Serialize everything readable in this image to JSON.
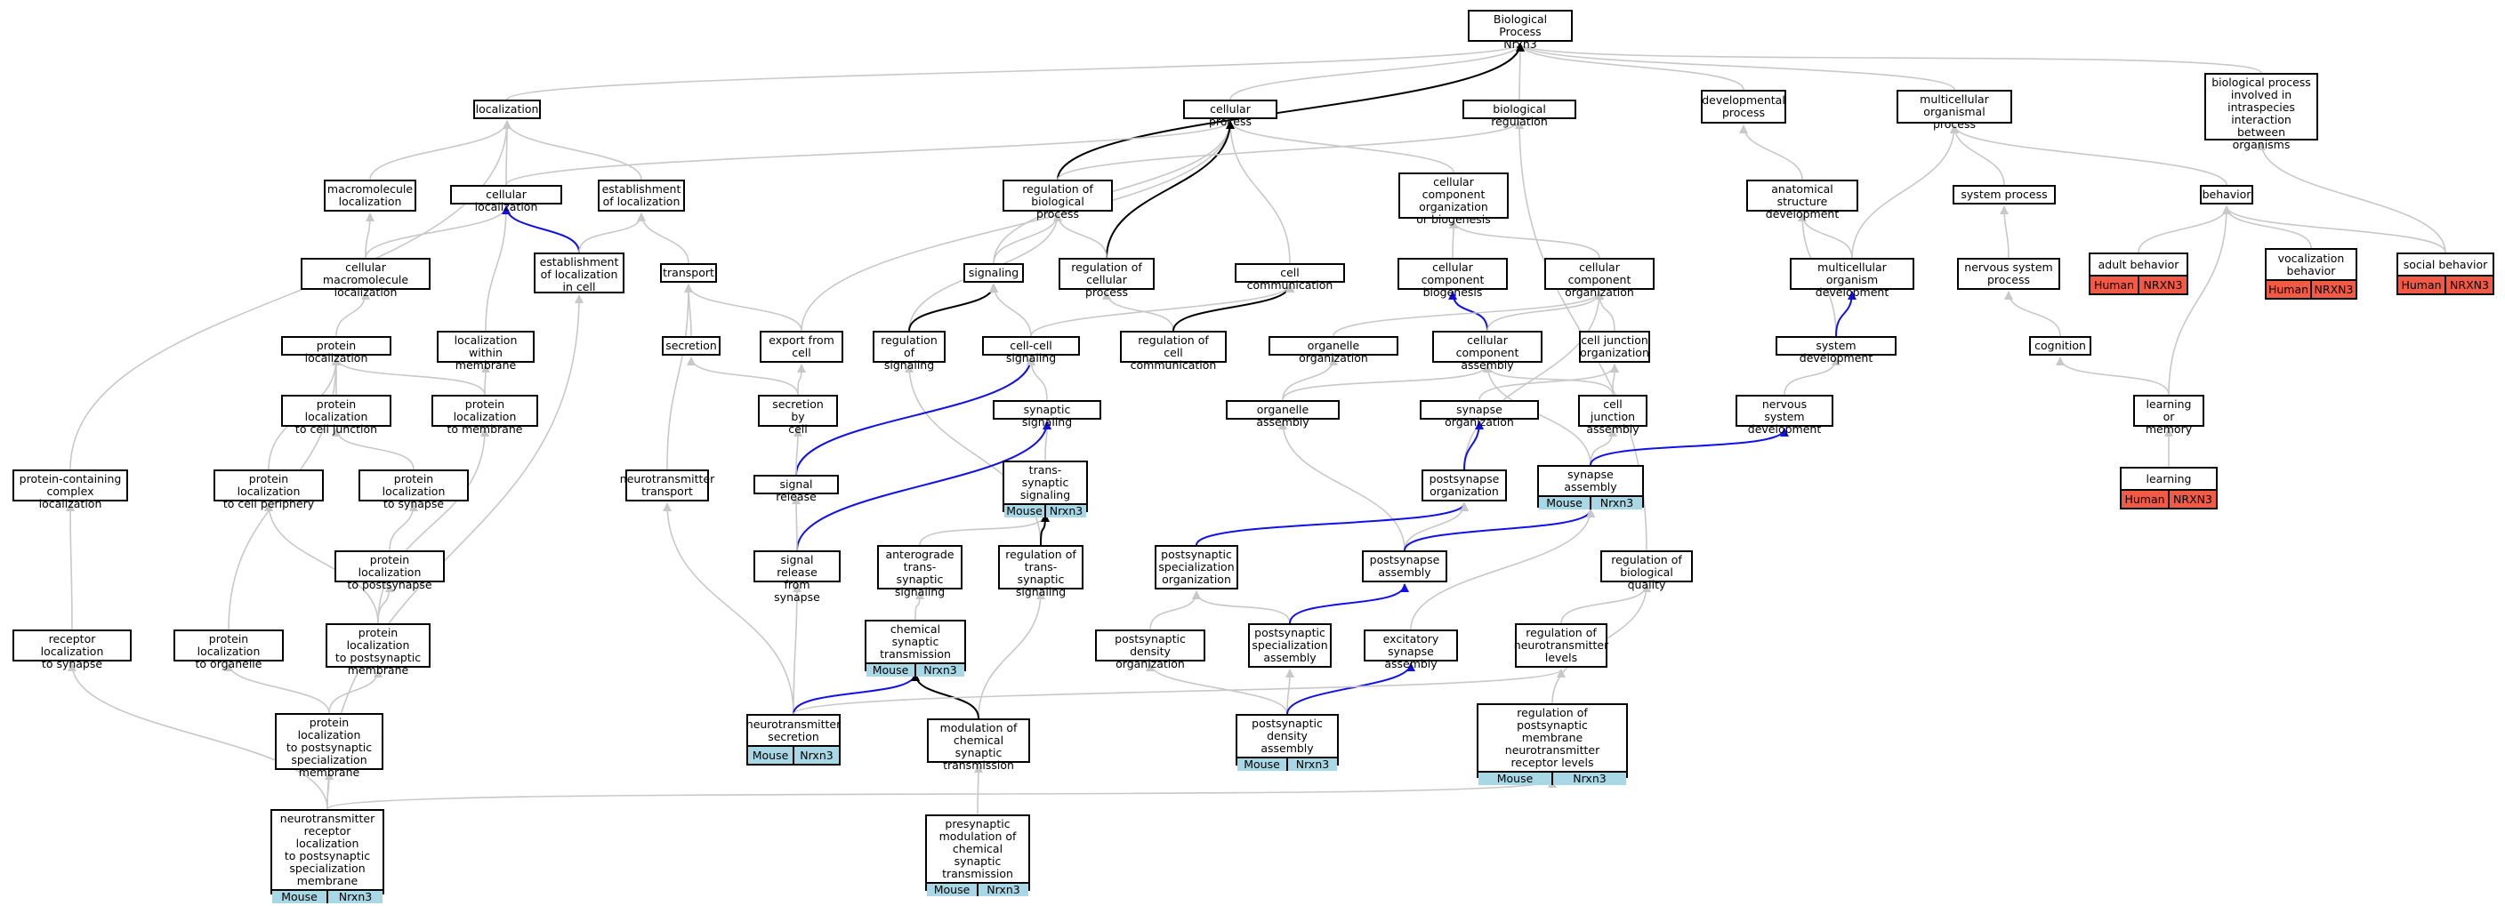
{
  "colors": {
    "gray": "#c8c8c8",
    "black": "#000000",
    "blue": "#1010ee",
    "mouse": "#a8d8e6",
    "human": "#f15a45"
  },
  "nodes": [
    {
      "id": "bp",
      "label": "Biological Process\nNrxn3"
    },
    {
      "id": "loc",
      "label": "localization"
    },
    {
      "id": "cp",
      "label": "cellular process"
    },
    {
      "id": "breg",
      "label": "biological regulation"
    },
    {
      "id": "devp",
      "label": "developmental\nprocess"
    },
    {
      "id": "mop",
      "label": "multicellular\norganismal process"
    },
    {
      "id": "bpint",
      "label": "biological process\ninvolved in\nintraspecies\ninteraction\nbetween organisms"
    },
    {
      "id": "mloc",
      "label": "macromolecule\nlocalization"
    },
    {
      "id": "cloc",
      "label": "cellular localization"
    },
    {
      "id": "eloc",
      "label": "establishment\nof localization"
    },
    {
      "id": "rbp",
      "label": "regulation of\nbiological process"
    },
    {
      "id": "ccob",
      "label": "cellular component\norganization\nor biogenesis"
    },
    {
      "id": "asd",
      "label": "anatomical structure\ndevelopment"
    },
    {
      "id": "sysp",
      "label": "system process"
    },
    {
      "id": "beh",
      "label": "behavior"
    },
    {
      "id": "cmloc",
      "label": "cellular macromolecule\nlocalization"
    },
    {
      "id": "eloccell",
      "label": "establishment\nof localization\nin cell"
    },
    {
      "id": "transport",
      "label": "transport"
    },
    {
      "id": "signaling",
      "label": "signaling"
    },
    {
      "id": "rcp",
      "label": "regulation of\ncellular process"
    },
    {
      "id": "cellcomm",
      "label": "cell communication"
    },
    {
      "id": "ccb",
      "label": "cellular component\nbiogenesis"
    },
    {
      "id": "cco",
      "label": "cellular component\norganization"
    },
    {
      "id": "mod",
      "label": "multicellular\norganism development"
    },
    {
      "id": "nsp",
      "label": "nervous system\nprocess"
    },
    {
      "id": "adultb",
      "label": "adult behavior",
      "tags": [
        "Human",
        "NRXN3"
      ],
      "kind": "human"
    },
    {
      "id": "vocb",
      "label": "vocalization\nbehavior",
      "tags": [
        "Human",
        "NRXN3"
      ],
      "kind": "human"
    },
    {
      "id": "socb",
      "label": "social behavior",
      "tags": [
        "Human",
        "NRXN3"
      ],
      "kind": "human"
    },
    {
      "id": "ploc",
      "label": "protein localization"
    },
    {
      "id": "locmem",
      "label": "localization\nwithin membrane"
    },
    {
      "id": "secretion",
      "label": "secretion"
    },
    {
      "id": "exportcell",
      "label": "export from\ncell"
    },
    {
      "id": "rsig",
      "label": "regulation of\nsignaling"
    },
    {
      "id": "ccsig",
      "label": "cell-cell signaling"
    },
    {
      "id": "rcc",
      "label": "regulation of\ncell communication"
    },
    {
      "id": "orgo",
      "label": "organelle organization"
    },
    {
      "id": "cca",
      "label": "cellular component\nassembly"
    },
    {
      "id": "cjo",
      "label": "cell junction\norganization"
    },
    {
      "id": "sysdev",
      "label": "system development"
    },
    {
      "id": "cognition",
      "label": "cognition"
    },
    {
      "id": "plcj",
      "label": "protein localization\nto cell junction"
    },
    {
      "id": "plmem",
      "label": "protein localization\nto membrane"
    },
    {
      "id": "secbycell",
      "label": "secretion by\ncell"
    },
    {
      "id": "synsig",
      "label": "synaptic signaling"
    },
    {
      "id": "orga",
      "label": "organelle assembly"
    },
    {
      "id": "syno",
      "label": "synapse organization"
    },
    {
      "id": "cja",
      "label": "cell junction\nassembly"
    },
    {
      "id": "nsd",
      "label": "nervous system\ndevelopment"
    },
    {
      "id": "learnmem",
      "label": "learning or\nmemory"
    },
    {
      "id": "pcloc",
      "label": "protein-containing\ncomplex localization"
    },
    {
      "id": "plcp",
      "label": "protein localization\nto cell periphery"
    },
    {
      "id": "plsyn",
      "label": "protein localization\nto synapse"
    },
    {
      "id": "ntt",
      "label": "neurotransmitter\ntransport"
    },
    {
      "id": "sigrel",
      "label": "signal release"
    },
    {
      "id": "tss",
      "label": "trans-synaptic\nsignaling",
      "tags": [
        "Mouse",
        "Nrxn3"
      ],
      "kind": "mouse"
    },
    {
      "id": "pso",
      "label": "postsynapse\norganization"
    },
    {
      "id": "sa",
      "label": "synapse assembly",
      "tags": [
        "Mouse",
        "Nrxn3"
      ],
      "kind": "mouse"
    },
    {
      "id": "learning",
      "label": "learning",
      "tags": [
        "Human",
        "NRXN3"
      ],
      "kind": "human"
    },
    {
      "id": "plps",
      "label": "protein localization\nto postsynapse"
    },
    {
      "id": "srfs",
      "label": "signal release\nfrom synapse"
    },
    {
      "id": "atss",
      "label": "anterograde\ntrans-synaptic\nsignaling"
    },
    {
      "id": "rtss",
      "label": "regulation of\ntrans-synaptic\nsignaling"
    },
    {
      "id": "psso",
      "label": "postsynaptic\nspecialization\norganization"
    },
    {
      "id": "psa",
      "label": "postsynapse\nassembly"
    },
    {
      "id": "rbq",
      "label": "regulation of\nbiological quality"
    },
    {
      "id": "rlo",
      "label": "receptor localization\nto synapse"
    },
    {
      "id": "plorg",
      "label": "protein localization\nto organelle"
    },
    {
      "id": "plpsm",
      "label": "protein localization\nto postsynaptic\nmembrane"
    },
    {
      "id": "cst",
      "label": "chemical synaptic\ntransmission",
      "tags": [
        "Mouse",
        "Nrxn3"
      ],
      "kind": "mouse"
    },
    {
      "id": "psdo",
      "label": "postsynaptic\ndensity organization"
    },
    {
      "id": "pssa",
      "label": "postsynaptic\nspecialization\nassembly"
    },
    {
      "id": "esa",
      "label": "excitatory synapse\nassembly"
    },
    {
      "id": "rntl",
      "label": "regulation of\nneurotransmitter\nlevels"
    },
    {
      "id": "plpssm",
      "label": "protein localization\nto postsynaptic\nspecialization\nmembrane"
    },
    {
      "id": "nts",
      "label": "neurotransmitter\nsecretion",
      "tags": [
        "Mouse",
        "Nrxn3"
      ],
      "kind": "mouse"
    },
    {
      "id": "mcst",
      "label": "modulation of\nchemical synaptic\ntransmission"
    },
    {
      "id": "psda",
      "label": "postsynaptic\ndensity assembly",
      "tags": [
        "Mouse",
        "Nrxn3"
      ],
      "kind": "mouse"
    },
    {
      "id": "rpmnrl",
      "label": "regulation of\npostsynaptic\nmembrane neurotransmitter\nreceptor levels",
      "tags": [
        "Mouse",
        "Nrxn3"
      ],
      "kind": "mouse"
    },
    {
      "id": "ntrl",
      "label": "neurotransmitter\nreceptor localization\nto postsynaptic\nspecialization\nmembrane",
      "tags": [
        "Mouse",
        "Nrxn3"
      ],
      "kind": "mouse"
    },
    {
      "id": "pmcst",
      "label": "presynaptic\nmodulation of\nchemical synaptic\ntransmission",
      "tags": [
        "Mouse",
        "Nrxn3"
      ],
      "kind": "mouse"
    }
  ],
  "edges": [
    [
      "loc",
      "bp",
      "gray"
    ],
    [
      "cp",
      "bp",
      "gray"
    ],
    [
      "breg",
      "bp",
      "gray"
    ],
    [
      "devp",
      "bp",
      "gray"
    ],
    [
      "mop",
      "bp",
      "gray"
    ],
    [
      "bpint",
      "bp",
      "gray"
    ],
    [
      "rbp",
      "bp",
      "black"
    ],
    [
      "mloc",
      "loc",
      "gray"
    ],
    [
      "cloc",
      "loc",
      "gray"
    ],
    [
      "eloc",
      "loc",
      "gray"
    ],
    [
      "pcloc",
      "loc",
      "gray"
    ],
    [
      "cloc",
      "cp",
      "gray"
    ],
    [
      "ccob",
      "cp",
      "gray"
    ],
    [
      "signaling",
      "cp",
      "gray"
    ],
    [
      "cellcomm",
      "cp",
      "gray"
    ],
    [
      "exportcell",
      "cp",
      "gray"
    ],
    [
      "rcp",
      "cp",
      "black"
    ],
    [
      "rbp",
      "breg",
      "gray"
    ],
    [
      "rbq",
      "breg",
      "gray"
    ],
    [
      "asd",
      "devp",
      "gray"
    ],
    [
      "mod",
      "mop",
      "gray"
    ],
    [
      "sysp",
      "mop",
      "gray"
    ],
    [
      "beh",
      "mop",
      "gray"
    ],
    [
      "socb",
      "bpint",
      "gray"
    ],
    [
      "cmloc",
      "mloc",
      "gray"
    ],
    [
      "cmloc",
      "cloc",
      "gray"
    ],
    [
      "locmem",
      "cloc",
      "gray"
    ],
    [
      "eloccell",
      "cloc",
      "blue"
    ],
    [
      "eloccell",
      "eloc",
      "gray"
    ],
    [
      "transport",
      "eloc",
      "gray"
    ],
    [
      "signaling",
      "rbp",
      "gray"
    ],
    [
      "rcp",
      "rbp",
      "gray"
    ],
    [
      "rsig",
      "rbp",
      "gray"
    ],
    [
      "ccb",
      "ccob",
      "gray"
    ],
    [
      "cco",
      "ccob",
      "gray"
    ],
    [
      "mod",
      "asd",
      "gray"
    ],
    [
      "sysdev",
      "asd",
      "gray"
    ],
    [
      "nsp",
      "sysp",
      "gray"
    ],
    [
      "adultb",
      "beh",
      "gray"
    ],
    [
      "vocb",
      "beh",
      "gray"
    ],
    [
      "socb",
      "beh",
      "gray"
    ],
    [
      "learnmem",
      "beh",
      "gray"
    ],
    [
      "ploc",
      "cmloc",
      "gray"
    ],
    [
      "ntrl",
      "eloccell",
      "gray"
    ],
    [
      "secretion",
      "transport",
      "gray"
    ],
    [
      "exportcell",
      "transport",
      "gray"
    ],
    [
      "ntt",
      "transport",
      "gray"
    ],
    [
      "rsig",
      "signaling",
      "black"
    ],
    [
      "ccsig",
      "signaling",
      "gray"
    ],
    [
      "rcc",
      "rcp",
      "gray"
    ],
    [
      "rcc",
      "cellcomm",
      "black"
    ],
    [
      "ccsig",
      "cellcomm",
      "gray"
    ],
    [
      "cca",
      "ccb",
      "blue"
    ],
    [
      "orgo",
      "cco",
      "gray"
    ],
    [
      "cca",
      "cco",
      "gray"
    ],
    [
      "cjo",
      "cco",
      "gray"
    ],
    [
      "pso",
      "cco",
      "gray"
    ],
    [
      "sysdev",
      "mod",
      "blue"
    ],
    [
      "cognition",
      "nsp",
      "gray"
    ],
    [
      "plcj",
      "ploc",
      "gray"
    ],
    [
      "plmem",
      "ploc",
      "gray"
    ],
    [
      "plcp",
      "ploc",
      "gray"
    ],
    [
      "plmem",
      "locmem",
      "gray"
    ],
    [
      "secbycell",
      "secretion",
      "gray"
    ],
    [
      "secbycell",
      "exportcell",
      "gray"
    ],
    [
      "rtss",
      "rsig",
      "gray"
    ],
    [
      "sigrel",
      "ccsig",
      "blue"
    ],
    [
      "synsig",
      "ccsig",
      "gray"
    ],
    [
      "orga",
      "orgo",
      "gray"
    ],
    [
      "orga",
      "cca",
      "gray"
    ],
    [
      "cja",
      "cca",
      "gray"
    ],
    [
      "sa",
      "cca",
      "gray"
    ],
    [
      "syno",
      "cjo",
      "gray"
    ],
    [
      "cja",
      "cjo",
      "gray"
    ],
    [
      "nsd",
      "sysdev",
      "gray"
    ],
    [
      "learnmem",
      "cognition",
      "gray"
    ],
    [
      "plsyn",
      "plcj",
      "gray"
    ],
    [
      "plpsm",
      "plmem",
      "gray"
    ],
    [
      "sigrel",
      "secbycell",
      "gray"
    ],
    [
      "tss",
      "synsig",
      "gray"
    ],
    [
      "srfs",
      "synsig",
      "blue"
    ],
    [
      "psa",
      "orga",
      "gray"
    ],
    [
      "pso",
      "syno",
      "blue"
    ],
    [
      "sa",
      "cja",
      "gray"
    ],
    [
      "sa",
      "nsd",
      "blue"
    ],
    [
      "learning",
      "learnmem",
      "gray"
    ],
    [
      "rlo",
      "pcloc",
      "gray"
    ],
    [
      "plpsm",
      "plcp",
      "gray"
    ],
    [
      "plps",
      "plsyn",
      "gray"
    ],
    [
      "nts",
      "ntt",
      "gray"
    ],
    [
      "srfs",
      "sigrel",
      "gray"
    ],
    [
      "atss",
      "tss",
      "gray"
    ],
    [
      "rtss",
      "tss",
      "black"
    ],
    [
      "psso",
      "pso",
      "blue"
    ],
    [
      "psa",
      "pso",
      "gray"
    ],
    [
      "psa",
      "sa",
      "blue"
    ],
    [
      "plpsm",
      "plps",
      "gray"
    ],
    [
      "nts",
      "srfs",
      "gray"
    ],
    [
      "cst",
      "atss",
      "gray"
    ],
    [
      "mcst",
      "rtss",
      "gray"
    ],
    [
      "psdo",
      "psso",
      "gray"
    ],
    [
      "pssa",
      "psso",
      "gray"
    ],
    [
      "pssa",
      "psa",
      "blue"
    ],
    [
      "esa",
      "sa",
      "gray"
    ],
    [
      "rntl",
      "rbq",
      "gray"
    ],
    [
      "rpmnrl",
      "rbq",
      "gray"
    ],
    [
      "ntrl",
      "rlo",
      "gray"
    ],
    [
      "plpssm",
      "plorg",
      "gray"
    ],
    [
      "plpssm",
      "plpsm",
      "gray"
    ],
    [
      "nts",
      "cst",
      "blue"
    ],
    [
      "mcst",
      "cst",
      "black"
    ],
    [
      "psda",
      "psdo",
      "gray"
    ],
    [
      "psda",
      "pssa",
      "gray"
    ],
    [
      "psda",
      "esa",
      "blue"
    ],
    [
      "nts",
      "rntl",
      "gray"
    ],
    [
      "ntrl",
      "plpssm",
      "gray"
    ],
    [
      "ntrl",
      "rpmnrl",
      "gray"
    ],
    [
      "pmcst",
      "mcst",
      "gray"
    ],
    [
      "plorg",
      "ploc",
      "gray"
    ]
  ]
}
